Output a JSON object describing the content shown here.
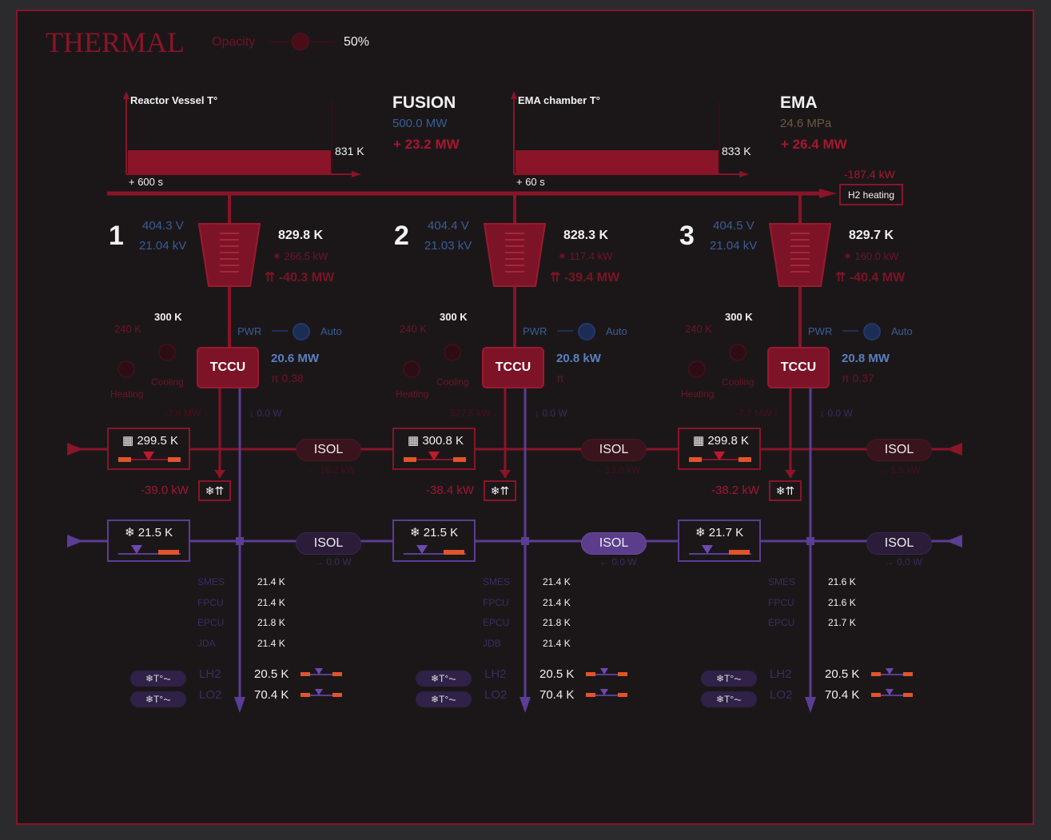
{
  "header": {
    "title": "THERMAL",
    "opacity_label": "Opacity",
    "opacity_value": "50%"
  },
  "reactor": {
    "chart_label": "Reactor Vessel T°",
    "chart_value": "831 K",
    "chart_time": "+ 600 s",
    "name": "FUSION",
    "power": "500.0 MW",
    "delta": "+ 23.2 MW"
  },
  "ema": {
    "chart_label": "EMA chamber T°",
    "chart_value": "833 K",
    "chart_time": "+ 60 s",
    "name": "EMA",
    "pressure": "24.6 MPa",
    "delta": "+ 26.4 MW"
  },
  "h2": {
    "power": "-187.4 kW",
    "label": "H2 heating"
  },
  "units": [
    {
      "num": "1",
      "volt": "404.3 V",
      "kvolt": "21.04 kV",
      "temp": "829.8 K",
      "heat": "✷ 266.5 kW",
      "flow": "⇈ -40.3 MW",
      "t_hi": "300 K",
      "t_lo": "240 K",
      "heating": "Heating",
      "cooling": "Cooling",
      "pwr": "PWR",
      "auto": "Auto",
      "tccu": "TCCU",
      "tccu_power": "20.6 MW",
      "tccu_pi": "π 0.38",
      "up_flow": "-7.8 MW ↑",
      "down_flow": "↓ 0.0 W",
      "hot_box": "▦ 299.5 K",
      "hot_loss": "-39.0 kW",
      "fan_icon": "❄⇈",
      "isol_hot": "ISOL",
      "isol_hot_flow": "← 16.2 kW",
      "cold_box": "❄ 21.5 K",
      "isol_cold": "ISOL",
      "isol_cold_flow": "→ 0.0 W",
      "sensors": [
        {
          "name": "SMES",
          "val": "21.4 K"
        },
        {
          "name": "FPCU",
          "val": "21.4 K"
        },
        {
          "name": "EPCU",
          "val": "21.8 K"
        },
        {
          "name": "JDA",
          "val": "21.4 K"
        }
      ],
      "tanks": [
        {
          "pill": "❄T°⏦",
          "name": "LH2",
          "val": "20.5 K"
        },
        {
          "pill": "❄T°⏦",
          "name": "LO2",
          "val": "70.4 K"
        }
      ]
    },
    {
      "num": "2",
      "volt": "404.4 V",
      "kvolt": "21.03 kV",
      "temp": "828.3 K",
      "heat": "✷ 117.4 kW",
      "flow": "⇈ -39.4 MW",
      "t_hi": "300 K",
      "t_lo": "240 K",
      "heating": "Heating",
      "cooling": "Cooling",
      "pwr": "PWR",
      "auto": "Auto",
      "tccu": "TCCU",
      "tccu_power": "20.8 kW",
      "tccu_pi": "π",
      "up_flow": "527.5 kW ↓",
      "down_flow": "↓ 0.0 W",
      "hot_box": "▦ 300.8 K",
      "hot_loss": "-38.4 kW",
      "fan_icon": "❄⇈",
      "isol_hot": "ISOL",
      "isol_hot_flow": "→ 13.0 kW",
      "cold_box": "❄ 21.5 K",
      "isol_cold": "ISOL",
      "isol_cold_flow": "← 0.0 W",
      "sensors": [
        {
          "name": "SMES",
          "val": "21.4 K"
        },
        {
          "name": "FPCU",
          "val": "21.4 K"
        },
        {
          "name": "EPCU",
          "val": "21.8 K"
        },
        {
          "name": "JDB",
          "val": "21.4 K"
        }
      ],
      "tanks": [
        {
          "pill": "❄T°⏦",
          "name": "LH2",
          "val": "20.5 K"
        },
        {
          "pill": "❄T°⏦",
          "name": "LO2",
          "val": "70.4 K"
        }
      ]
    },
    {
      "num": "3",
      "volt": "404.5 V",
      "kvolt": "21.04 kV",
      "temp": "829.7 K",
      "heat": "✷ 160.0 kW",
      "flow": "⇈ -40.4 MW",
      "t_hi": "300 K",
      "t_lo": "240 K",
      "heating": "Heating",
      "cooling": "Cooling",
      "pwr": "PWR",
      "auto": "Auto",
      "tccu": "TCCU",
      "tccu_power": "20.8 MW",
      "tccu_pi": "π 0.37",
      "up_flow": "-7.7 MW ↑",
      "down_flow": "↓ 0.0 W",
      "hot_box": "▦ 299.8 K",
      "hot_loss": "-38.2 kW",
      "fan_icon": "❄⇈",
      "isol_hot": "ISOL",
      "isol_hot_flow": "→ 1.5 kW",
      "cold_box": "❄ 21.7 K",
      "isol_cold": "ISOL",
      "isol_cold_flow": "→ 0.0 W",
      "sensors": [
        {
          "name": "SMES",
          "val": "21.6 K"
        },
        {
          "name": "FPCU",
          "val": "21.6 K"
        },
        {
          "name": "EPCU",
          "val": "21.7 K"
        }
      ],
      "tanks": [
        {
          "pill": "❄T°⏦",
          "name": "LH2",
          "val": "20.5 K"
        },
        {
          "pill": "❄T°⏦",
          "name": "LO2",
          "val": "70.4 K"
        }
      ]
    }
  ],
  "colors": {
    "hot": "#8a1428",
    "cold": "#5b3d94",
    "bg": "#1b1719",
    "accent": "#e0552a"
  }
}
